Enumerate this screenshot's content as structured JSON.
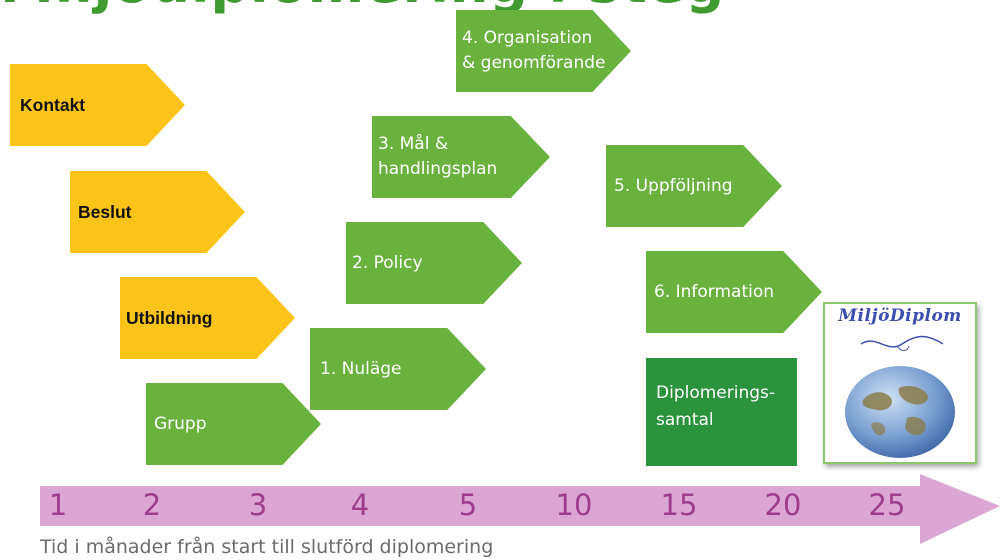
{
  "title": "Miljödiplomering i steg",
  "orange_steps": [
    {
      "label": "Kontakt"
    },
    {
      "label": "Beslut"
    },
    {
      "label": "Utbildning"
    },
    {
      "label": "Grupp"
    }
  ],
  "green_steps": [
    {
      "label": "1. Nuläge"
    },
    {
      "label": "2. Policy"
    },
    {
      "label": "3. Mål &\nhandlingsplan"
    },
    {
      "label": "4. Organisation\n& genomförande"
    },
    {
      "label": "5. Uppföljning"
    },
    {
      "label": "6. Information"
    }
  ],
  "final_step": {
    "label": "Diplomerings-\nsamtal"
  },
  "diploma": {
    "logo_text": "MiljöDiplom"
  },
  "timeline": {
    "ticks": [
      "1",
      "2",
      "3",
      "4",
      "5",
      "10",
      "15",
      "20",
      "25"
    ],
    "caption": "Tid i månader från start till slutförd diplomering"
  },
  "colors": {
    "orange": "#fcc419",
    "green": "#6ab23e",
    "dark_green": "#2b933b",
    "timeline": "#dba6d4",
    "tick_text": "#9d3d8c"
  }
}
